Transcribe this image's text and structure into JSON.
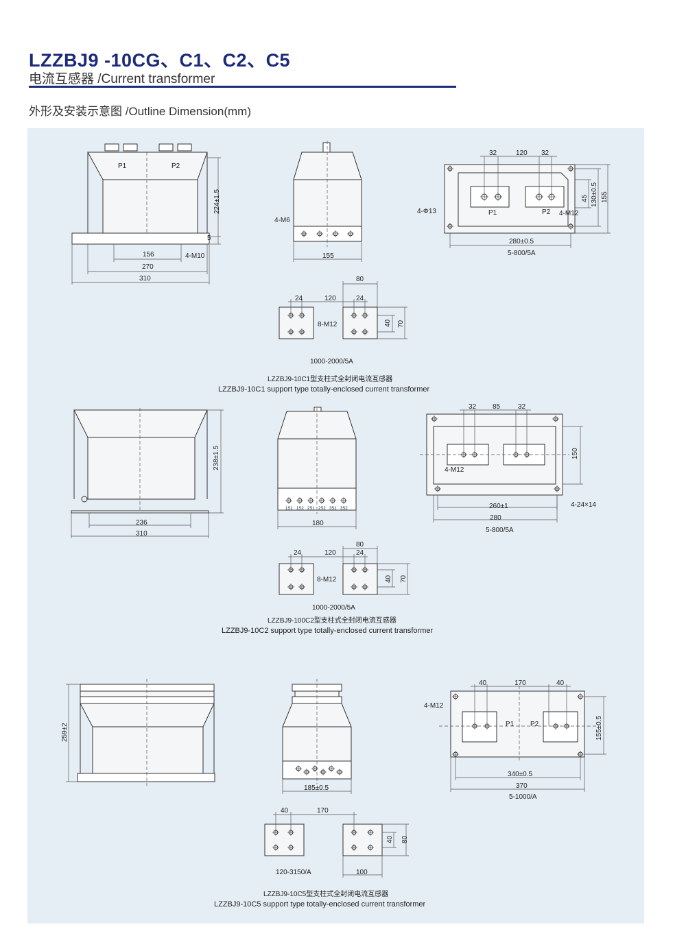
{
  "header": {
    "title": "LZZBJ9 -10CG、C1、C2、C5",
    "subtitle": "电流互感器 /Current transformer",
    "section": "外形及安装示意图 /Outline Dimension(mm)"
  },
  "c1": {
    "front": {
      "p1": "P1",
      "p2": "P2",
      "h": "224±1.5",
      "m10": "4-M10",
      "d156": "156",
      "d270": "270",
      "d310": "310",
      "d5": "5"
    },
    "side": {
      "m6": "4-M6",
      "d155": "155"
    },
    "top": {
      "d32a": "32",
      "d120": "120",
      "d32b": "32",
      "phi": "4-Φ13",
      "p1": "P1",
      "p2": "P2",
      "m12": "4-M12",
      "d45": "45",
      "d130": "130±0.5",
      "d155": "155",
      "d280": "280±0.5",
      "rating": "5-800/5A"
    },
    "term": {
      "d80": "80",
      "d24a": "24",
      "d120": "120",
      "d24b": "24",
      "m12": "8-M12",
      "d40": "40",
      "d70": "70",
      "rating": "1000-2000/5A"
    },
    "caption_cn": "LZZBJ9-10C1型支柱式全封闭电流互感器",
    "caption_en": "LZZBJ9-10C1 support type totally-enclosed current transformer"
  },
  "c2": {
    "front": {
      "h": "238±1.5",
      "d236": "236",
      "d310": "310"
    },
    "side": {
      "terms": [
        "1S1",
        "1S2",
        "2S1",
        "2S2",
        "3S1",
        "3S2"
      ],
      "d180": "180"
    },
    "top": {
      "d32a": "32",
      "d85": "85",
      "d32b": "32",
      "m12": "4-M12",
      "d150": "150",
      "d260": "260±1",
      "d280": "280",
      "slot": "4-24×14",
      "rating": "5-800/5A"
    },
    "term": {
      "d80": "80",
      "d24a": "24",
      "d120": "120",
      "d24b": "24",
      "m12": "8-M12",
      "d40": "40",
      "d70": "70",
      "rating": "1000-2000/5A"
    },
    "caption_cn": "LZZBJ9-100C2型支柱式全封闭电流互感器",
    "caption_en": "LZZBJ9-10C2 support type totally-enclosed current transformer"
  },
  "c5": {
    "front": {
      "h": "259±2"
    },
    "side": {
      "d185": "185±0.5"
    },
    "top": {
      "d40a": "40",
      "d170": "170",
      "d40b": "40",
      "m12": "4-M12",
      "p1": "P1",
      "p2": "P2",
      "d155": "155±0.5",
      "d340": "340±0.5",
      "d370": "370",
      "rating": "5-1000/A"
    },
    "term": {
      "d40": "40",
      "d170": "170",
      "d40v": "40",
      "d80": "80",
      "rating": "120-3150/A",
      "d100": "100"
    },
    "caption_cn": "LZZBJ9-10C5型支柱式全封闭电流互感器",
    "caption_en": "LZZBJ9-10C5 support type totally-enclosed current transformer"
  }
}
